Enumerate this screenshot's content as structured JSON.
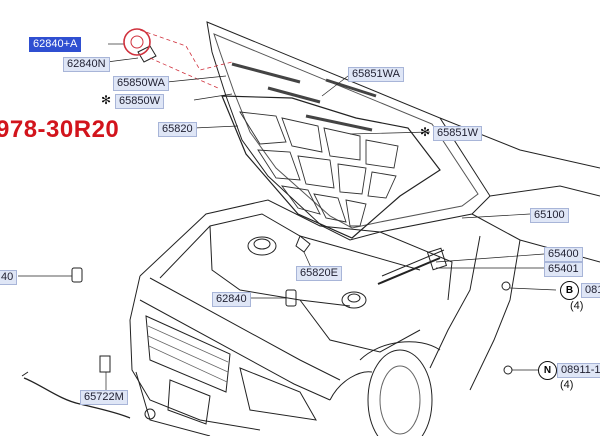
{
  "diagram": {
    "ref_code": "978-30R20",
    "parts": {
      "p62840a": "62840+A",
      "p62840n": "62840N",
      "p65850wa": "65850WA",
      "p65850w": "65850W",
      "p65820": "65820",
      "p65851wa": "65851WA",
      "p65851w": "65851W",
      "p65100": "65100",
      "p65400": "65400",
      "p65401": "65401",
      "p65820e": "65820E",
      "p62840": "62840",
      "p40": "40",
      "p65722m": "65722M",
      "p081": "081",
      "p08911": "08911-1"
    },
    "marks": {
      "asterisk": "✻"
    },
    "callouts": {
      "b": "B",
      "n": "N"
    },
    "qty": {
      "b": "(4)",
      "n": "(4)"
    }
  }
}
